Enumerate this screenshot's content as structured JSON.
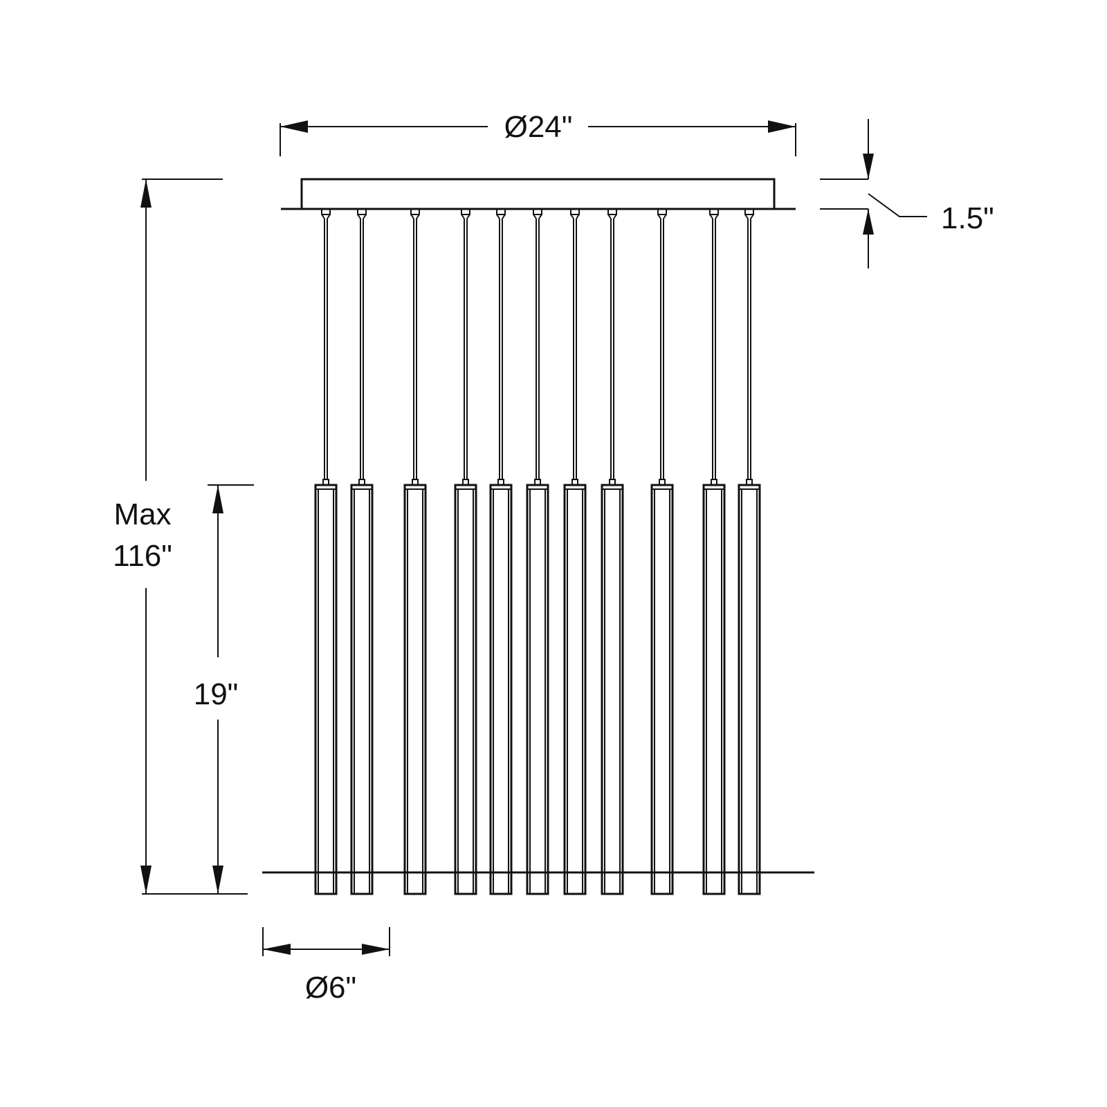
{
  "dimensions": {
    "canopy_diameter": "Ø24\"",
    "canopy_height": "1.5\"",
    "max_height_line1": "Max",
    "max_height_line2": "116\"",
    "pendant_length": "19\"",
    "cluster_diameter": "Ø6\""
  },
  "pendant_count": 11,
  "colors": {
    "line": "#111111",
    "background": "#ffffff"
  }
}
